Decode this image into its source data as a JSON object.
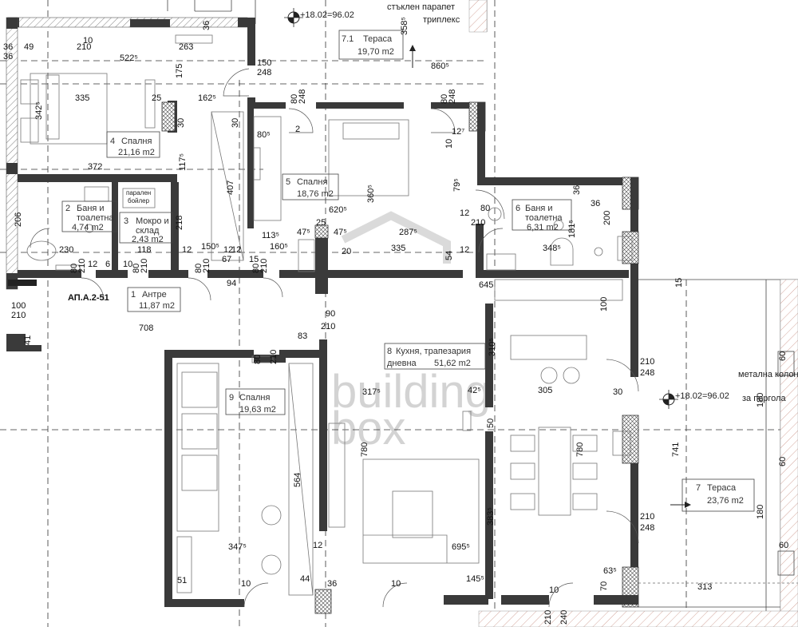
{
  "apartment": {
    "code": "АП.А.2-51"
  },
  "levels": [
    {
      "text": "+18.02=96.02"
    },
    {
      "text": "+18.02=96.02"
    }
  ],
  "notes": {
    "parapet": "стъклен парапет",
    "triplex": "триплекс",
    "column_1": "метална колона",
    "column_2": "за пергола"
  },
  "rooms": [
    {
      "num": "1",
      "name": "Антре",
      "area": "11,87 m2"
    },
    {
      "num": "2",
      "name": "Баня и",
      "name2": "тоалетна",
      "area": "4,74 m2"
    },
    {
      "num": "3",
      "name": "Мокро и",
      "name2": "склад",
      "area": "2,43 m2"
    },
    {
      "num": "4",
      "name": "Спалня",
      "area": "21,16 m2"
    },
    {
      "num": "5",
      "name": "Спалня",
      "area": "18,76 m2"
    },
    {
      "num": "6",
      "name": "Баня и",
      "name2": "тоалетна",
      "area": "6,31 m2"
    },
    {
      "num": "7",
      "name": "Тераса",
      "area": "23,76 m2"
    },
    {
      "num": "7.1",
      "name": "Тераса",
      "area": "19,70 m2"
    },
    {
      "num": "8",
      "name": "Кухня, трапезария",
      "name2": "дневна",
      "area": "51,62 m2"
    },
    {
      "num": "9",
      "name": "Спалня",
      "area": "19,63 m2"
    }
  ],
  "boiler_text": {
    "l1": "парален",
    "l2": "бойлер"
  },
  "dimensions": [
    "36",
    "49",
    "210",
    "10",
    "522⁵",
    "263",
    "36",
    "36",
    "150",
    "248",
    "860⁵",
    "358⁵",
    "342⁵",
    "335",
    "25",
    "162⁵",
    "175",
    "80",
    "248",
    "80",
    "248",
    "30",
    "80⁵",
    "2",
    "10",
    "12⁷",
    "117⁵",
    "372",
    "407",
    "79⁵",
    "36",
    "30",
    "360⁵",
    "620⁵",
    "36",
    "206",
    "218",
    "80",
    "12",
    "210",
    "200",
    "181⁵",
    "230",
    "113⁵",
    "47⁵",
    "47⁵",
    "287⁵",
    "25",
    "12",
    "12",
    "335",
    "348⁵",
    "54",
    "20",
    "80",
    "210",
    "12",
    "6",
    "10",
    "80",
    "210",
    "118",
    "12",
    "80",
    "210",
    "150⁵",
    "12",
    "67",
    "94",
    "15",
    "80",
    "210",
    "160⁵",
    "645",
    "100",
    "15",
    "100",
    "210",
    "90",
    "210",
    "708",
    "83",
    "41",
    "80",
    "210",
    "310⁵",
    "317⁵",
    "42⁵",
    "305",
    "30",
    "210",
    "248",
    "50",
    "780",
    "780",
    "741",
    "564",
    "383⁵",
    "347⁵",
    "12",
    "695⁵",
    "210",
    "248",
    "51",
    "44",
    "36",
    "145⁵",
    "63⁵",
    "70",
    "313",
    "10",
    "10",
    "10",
    "60",
    "180",
    "60",
    "180",
    "60",
    "210",
    "240"
  ],
  "watermark": {
    "l1": "building",
    "l2": "box"
  }
}
